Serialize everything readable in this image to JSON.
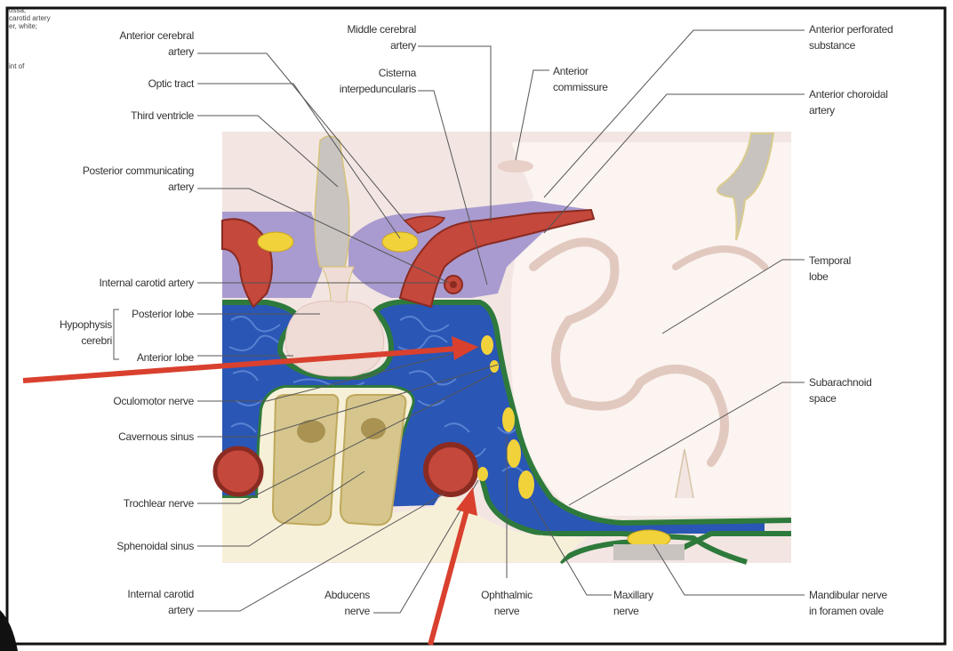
{
  "corner_fragments": [
    "ossa,",
    "carotid artery",
    "er, white;",
    "int of"
  ],
  "labels": {
    "anterior_cerebral_artery": [
      "Anterior cerebral",
      "artery"
    ],
    "optic_tract": [
      "Optic tract"
    ],
    "third_ventricle": [
      "Third ventricle"
    ],
    "posterior_communicating_artery": [
      "Posterior communicating",
      "artery"
    ],
    "internal_carotid_artery_top": [
      "Internal carotid artery"
    ],
    "hypophysis_cerebri": [
      "Hypophysis",
      "cerebri"
    ],
    "posterior_lobe": [
      "Posterior lobe"
    ],
    "anterior_lobe": [
      "Anterior lobe"
    ],
    "oculomotor_nerve": [
      "Oculomotor nerve"
    ],
    "cavernous_sinus": [
      "Cavernous sinus"
    ],
    "trochlear_nerve": [
      "Trochlear nerve"
    ],
    "sphenoidal_sinus": [
      "Sphenoidal sinus"
    ],
    "internal_carotid_artery_bottom": [
      "Internal carotid",
      "artery"
    ],
    "middle_cerebral_artery": [
      "Middle cerebral",
      "artery"
    ],
    "cisterna_interpeduncularis": [
      "Cisterna",
      "interpeduncularis"
    ],
    "anterior_commissure": [
      "Anterior",
      "commissure"
    ],
    "abducens_nerve": [
      "Abducens",
      "nerve"
    ],
    "ophthalmic_nerve": [
      "Ophthalmic",
      "nerve"
    ],
    "maxillary_nerve": [
      "Maxillary",
      "nerve"
    ],
    "anterior_perforated_substance": [
      "Anterior perforated",
      "substance"
    ],
    "anterior_choroidal_artery": [
      "Anterior choroidal",
      "artery"
    ],
    "temporal_lobe": [
      "Temporal",
      "lobe"
    ],
    "subarachnoid_space": [
      "Subarachnoid",
      "space"
    ],
    "mandibular_nerve": [
      "Mandibular nerve",
      "in foramen ovale"
    ]
  },
  "colors": {
    "brain": "#f3e6e2",
    "brain_light": "#fbf4f1",
    "cisterns": "#a99bd0",
    "artery": "#c4483b",
    "artery_dark": "#8a2b22",
    "sinus_blue": "#2a56b5",
    "sinus_line": "#5d86d6",
    "dura_green": "#2e7a3c",
    "nerve_yellow": "#f1d23a",
    "bone": "#f7f0d8",
    "sphenoid": "#d6c68e",
    "pointer_arrow": "#d9402e",
    "leader": "#555555"
  }
}
